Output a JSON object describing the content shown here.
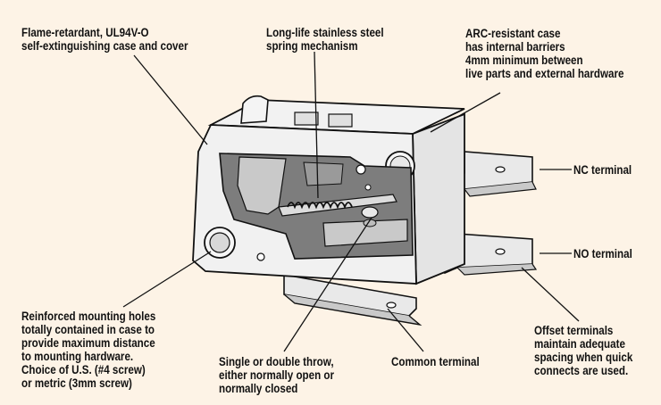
{
  "colors": {
    "background": "#fdf3e6",
    "case_light": "#f1f1f1",
    "case_mid": "#c9c9c9",
    "case_dark": "#7d7d7d",
    "terminal": "#e9e9e9",
    "outline": "#111111"
  },
  "callouts": {
    "flame": [
      "Flame-retardant, UL94V-O",
      "self-extinguishing case and cover"
    ],
    "spring": [
      "Long-life stainless steel",
      "spring mechanism"
    ],
    "arc": [
      "ARC-resistant case",
      "has internal barriers",
      "4mm minimum between",
      "live parts and external hardware"
    ],
    "nc": [
      "NC terminal"
    ],
    "no": [
      "NO terminal"
    ],
    "mounting": [
      "Reinforced mounting holes",
      "totally contained in case to",
      "provide maximum distance",
      "to mounting hardware.",
      "Choice of U.S. (#4 screw)",
      "or metric (3mm screw)"
    ],
    "throw": [
      "Single or double throw,",
      "either normally open or",
      "normally closed"
    ],
    "common": [
      "Common terminal"
    ],
    "offset": [
      "Offset terminals",
      "maintain adequate",
      "spacing when quick",
      "connects are used."
    ]
  }
}
